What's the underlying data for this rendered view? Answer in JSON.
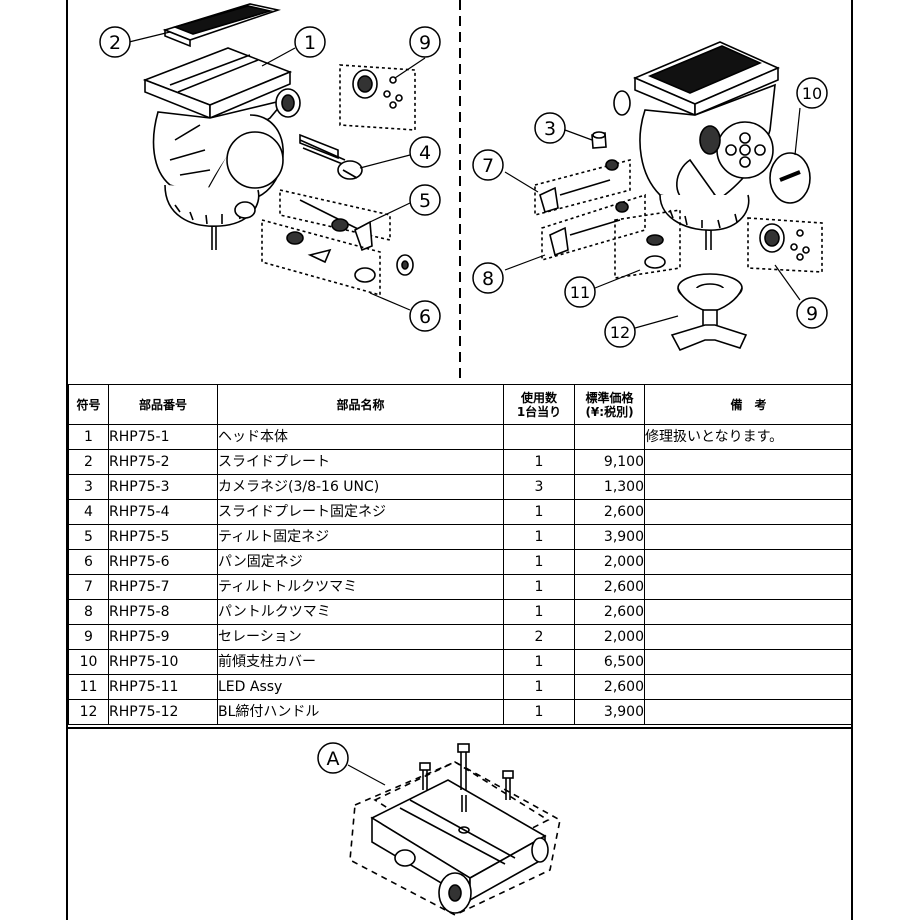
{
  "callouts": {
    "top_left": [
      "2",
      "1",
      "9",
      "4",
      "5",
      "6"
    ],
    "top_right": [
      "10",
      "3",
      "7",
      "8",
      "11",
      "9",
      "12"
    ],
    "bottom": "A"
  },
  "table": {
    "headers": {
      "no": "符号",
      "part_no": "部品番号",
      "name": "部品名称",
      "qty_1": "使用数",
      "qty_2": "1台当り",
      "price_1": "標準価格",
      "price_2": "(¥:税別)",
      "note": "備　考"
    },
    "rows": [
      {
        "no": "1",
        "part_no": "RHP75-1",
        "name": "ヘッド本体",
        "qty": "",
        "price": "",
        "note": "修理扱いとなります。"
      },
      {
        "no": "2",
        "part_no": "RHP75-2",
        "name": "スライドプレート",
        "qty": "1",
        "price": "9,100",
        "note": ""
      },
      {
        "no": "3",
        "part_no": "RHP75-3",
        "name": "カメラネジ(3/8-16 UNC)",
        "qty": "3",
        "price": "1,300",
        "note": ""
      },
      {
        "no": "4",
        "part_no": "RHP75-4",
        "name": "スライドプレート固定ネジ",
        "qty": "1",
        "price": "2,600",
        "note": ""
      },
      {
        "no": "5",
        "part_no": "RHP75-5",
        "name": "ティルト固定ネジ",
        "qty": "1",
        "price": "3,900",
        "note": ""
      },
      {
        "no": "6",
        "part_no": "RHP75-6",
        "name": "パン固定ネジ",
        "qty": "1",
        "price": "2,000",
        "note": ""
      },
      {
        "no": "7",
        "part_no": "RHP75-7",
        "name": "ティルトトルクツマミ",
        "qty": "1",
        "price": "2,600",
        "note": ""
      },
      {
        "no": "8",
        "part_no": "RHP75-8",
        "name": "パントルクツマミ",
        "qty": "1",
        "price": "2,600",
        "note": ""
      },
      {
        "no": "9",
        "part_no": "RHP75-9",
        "name": "セレーション",
        "qty": "2",
        "price": "2,000",
        "note": ""
      },
      {
        "no": "10",
        "part_no": "RHP75-10",
        "name": "前傾支柱カバー",
        "qty": "1",
        "price": "6,500",
        "note": ""
      },
      {
        "no": "11",
        "part_no": "RHP75-11",
        "name": "LED Assy",
        "qty": "1",
        "price": "2,600",
        "note": ""
      },
      {
        "no": "12",
        "part_no": "RHP75-12",
        "name": "BL締付ハンドル",
        "qty": "1",
        "price": "3,900",
        "note": ""
      }
    ]
  }
}
